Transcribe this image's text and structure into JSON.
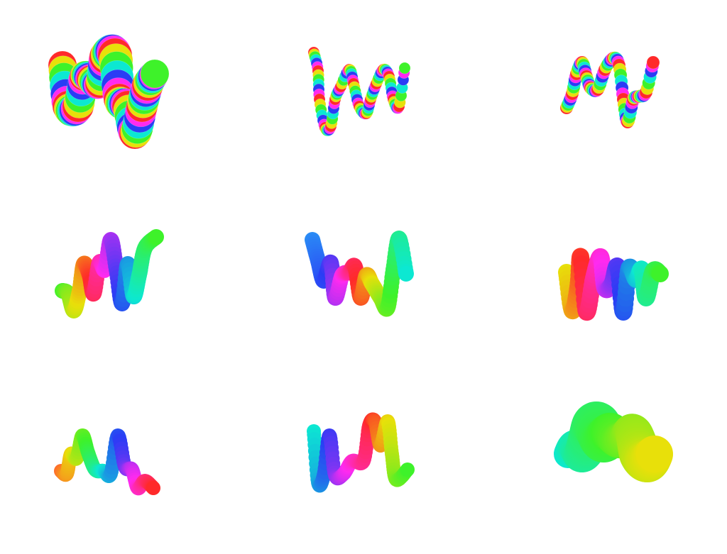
{
  "image": {
    "background": "#ffffff",
    "rainbow_palette": [
      "#ff2a2a",
      "#e8e00a",
      "#3ef22a",
      "#0ce8d2",
      "#2a3cf5",
      "#ff2af0"
    ],
    "strokes": [
      {
        "name": "stroke-rainbow-banded-wide",
        "style": "banded",
        "band_colors": [
          "#ff2a2a",
          "#e8e00a",
          "#3ef22a",
          "#0ce8d2",
          "#2a3cf5",
          "#ff2af0"
        ],
        "end_color": "#3ef22a"
      },
      {
        "name": "stroke-rainbow-banded-narrow",
        "style": "banded",
        "band_colors": [
          "#ff2a2a",
          "#e8e00a",
          "#3ef22a",
          "#0ce8d2",
          "#2a3cf5",
          "#ff2af0"
        ],
        "end_color": "#3ef22a"
      },
      {
        "name": "stroke-rainbow-banded-medium",
        "style": "banded",
        "band_colors": [
          "#ff2a2a",
          "#e8e00a",
          "#3ef22a",
          "#0ce8d2",
          "#2a3cf5",
          "#ff2af0"
        ],
        "end_color": "#ff2a2a"
      },
      {
        "name": "stroke-gradient-green-to-cyan",
        "style": "gradient",
        "colors": [
          "#3ef22a",
          "#e8e00a",
          "#ff2a2a",
          "#ff2af0",
          "#2a3cf5",
          "#0ce8d2",
          "#3ef22a"
        ]
      },
      {
        "name": "stroke-gradient-blue-to-cyan",
        "style": "gradient",
        "colors": [
          "#2a8cf5",
          "#2a3cf5",
          "#ff2af0",
          "#ff2a2a",
          "#e8e00a",
          "#3ef22a",
          "#0ce8d2"
        ]
      },
      {
        "name": "stroke-gradient-yellow-to-green",
        "style": "gradient",
        "colors": [
          "#e8e00a",
          "#ff2a2a",
          "#ff2af0",
          "#2a3cf5",
          "#0ce8d2",
          "#3ef22a"
        ]
      },
      {
        "name": "stroke-gradient-orange-to-red",
        "style": "gradient",
        "colors": [
          "#ff6a2a",
          "#e8e00a",
          "#3ef22a",
          "#0ce8d2",
          "#2a3cf5",
          "#ff2af0",
          "#ff2a2a"
        ]
      },
      {
        "name": "stroke-gradient-cyan-to-green",
        "style": "gradient",
        "colors": [
          "#0ce8d2",
          "#2a3cf5",
          "#ff2af0",
          "#ff2a2a",
          "#e8e00a",
          "#3ef22a"
        ]
      },
      {
        "name": "stroke-blob-cyan-green-yellow",
        "style": "gradient",
        "colors": [
          "#0ce8d2",
          "#3ef22a",
          "#e8e00a"
        ]
      }
    ]
  }
}
